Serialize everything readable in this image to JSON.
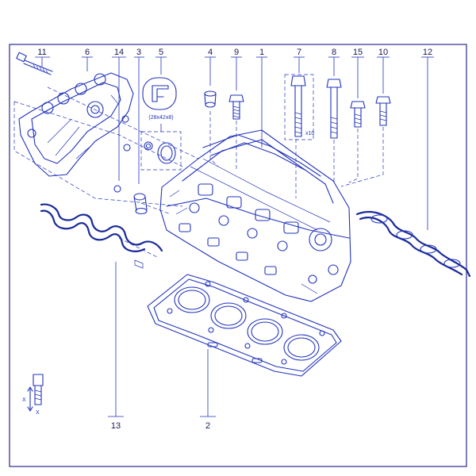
{
  "callouts": [
    {
      "id": "c11",
      "label": "11"
    },
    {
      "id": "c6",
      "label": "6"
    },
    {
      "id": "c14",
      "label": "14"
    },
    {
      "id": "c3",
      "label": "3"
    },
    {
      "id": "c5",
      "label": "5"
    },
    {
      "id": "c4",
      "label": "4"
    },
    {
      "id": "c9",
      "label": "9"
    },
    {
      "id": "c1",
      "label": "1"
    },
    {
      "id": "c7",
      "label": "7"
    },
    {
      "id": "c8",
      "label": "8"
    },
    {
      "id": "c15",
      "label": "15"
    },
    {
      "id": "c10",
      "label": "10"
    },
    {
      "id": "c12",
      "label": "12"
    },
    {
      "id": "c13",
      "label": "13"
    },
    {
      "id": "c2",
      "label": "2"
    }
  ],
  "annotations": {
    "seal_size": "(28x42x8)",
    "bolt_qty": "x10",
    "axis_x_top": "X",
    "axis_x_bottom": "X"
  }
}
